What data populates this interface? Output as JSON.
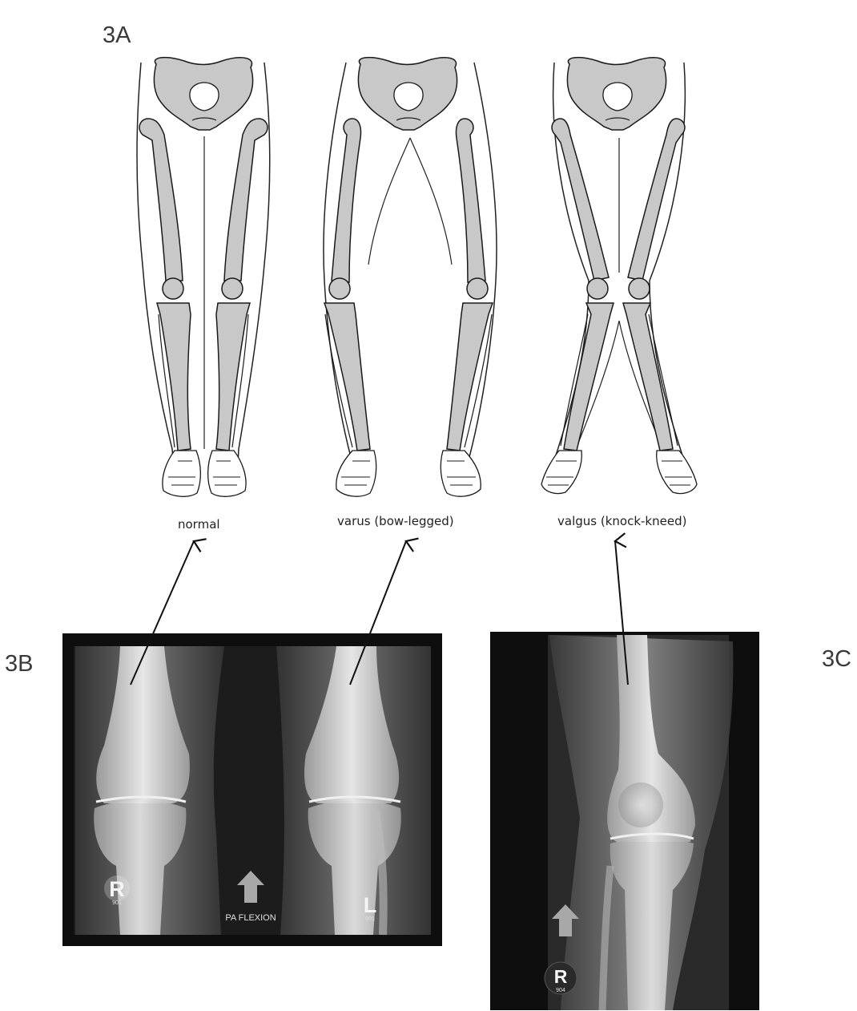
{
  "figure": {
    "label_3a": "3A",
    "label_3b": "3B",
    "label_3c": "3C"
  },
  "illustrations": [
    {
      "caption": "normal"
    },
    {
      "caption": "varus (bow-legged)"
    },
    {
      "caption": "valgus (knock-kneed)"
    }
  ],
  "xray_3b": {
    "right_marker": "R",
    "right_marker_code": "901",
    "left_marker": "L",
    "left_marker_code": "901",
    "view_label": "PA FLEXION"
  },
  "xray_3c": {
    "marker": "R",
    "marker_code": "904"
  },
  "colors": {
    "bone": "#c8c8c8",
    "outline": "#1a1a1a",
    "xray_background": "#111111"
  }
}
